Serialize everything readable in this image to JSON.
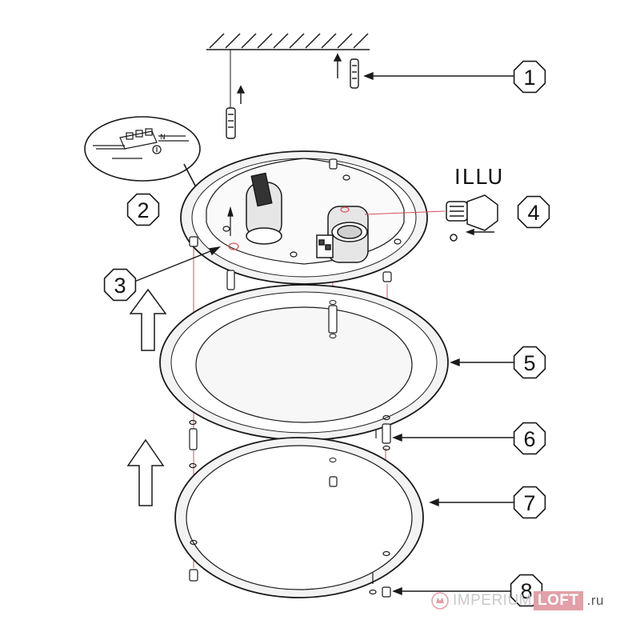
{
  "diagram_label": "ILLU",
  "callouts": [
    {
      "number": "1"
    },
    {
      "number": "2"
    },
    {
      "number": "3"
    },
    {
      "number": "4"
    },
    {
      "number": "5"
    },
    {
      "number": "6"
    },
    {
      "number": "7"
    },
    {
      "number": "8"
    }
  ],
  "watermark": {
    "part1": "IMPERIUM",
    "part2": "LOFT",
    "suffix": ".ru"
  },
  "colors": {
    "line": "#1a1a1a",
    "guide": "#d9515a",
    "ring_fill": "#f3f3f3",
    "background": "#ffffff"
  }
}
